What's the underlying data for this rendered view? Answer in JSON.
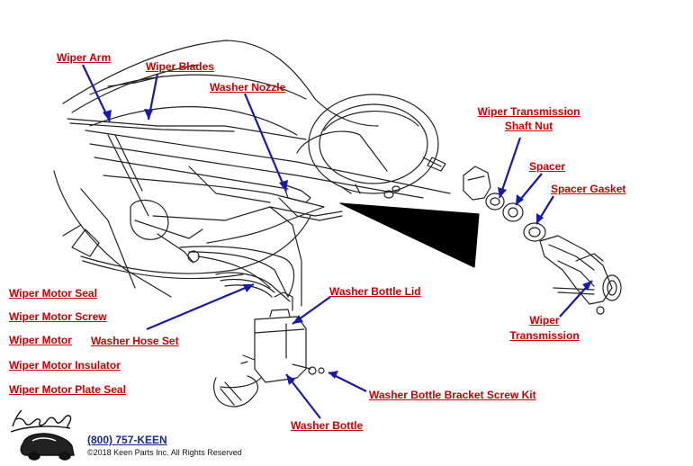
{
  "labels": {
    "wiper_arm": "Wiper Arm",
    "wiper_blades": "Wiper Blades",
    "washer_nozzle": "Washer Nozzle",
    "wiper_transmission_shaft_nut_line1": "Wiper Transmission",
    "wiper_transmission_shaft_nut_line2": "Shaft Nut",
    "spacer": "Spacer",
    "spacer_gasket": "Spacer Gasket",
    "wiper_transmission_line1": "Wiper",
    "wiper_transmission_line2": "Transmission",
    "wiper_motor_seal": "Wiper Motor Seal",
    "wiper_motor_screw": "Wiper Motor Screw",
    "wiper_motor": "Wiper Motor",
    "wiper_motor_insulator": "Wiper Motor Insulator",
    "wiper_motor_plate_seal": "Wiper Motor Plate Seal",
    "washer_hose_set": "Washer Hose Set",
    "washer_bottle_lid": "Washer Bottle Lid",
    "washer_bottle_bracket_screw_kit": "Washer Bottle Bracket Screw Kit",
    "washer_bottle": "Washer Bottle"
  },
  "footer": {
    "phone": "(800) 757-KEEN",
    "copyright": "©2018 Keen Parts Inc. All Rights Reserved",
    "logo_text": "Keen Parts"
  },
  "colors": {
    "label_red": "#cc0000",
    "pointer_blue": "#1a1aa8",
    "line_art": "#222222"
  }
}
